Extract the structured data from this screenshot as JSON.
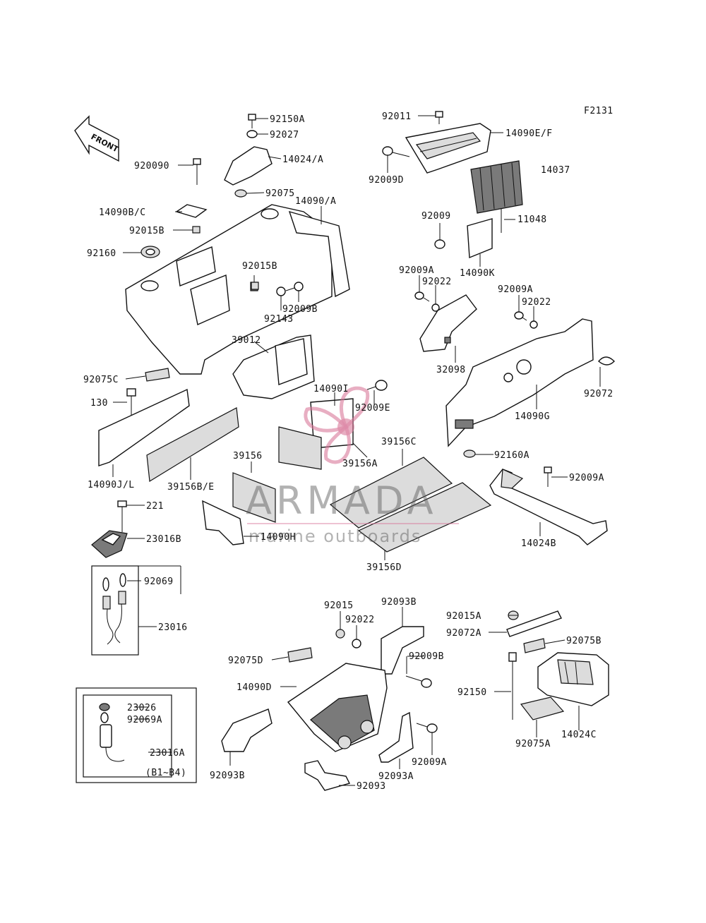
{
  "figure_code": "F2131",
  "front_label": "FRONT",
  "watermark": {
    "brand": "ARMADA",
    "tagline": "marine outboards",
    "accent_color": "#d9779a"
  },
  "callouts": {
    "p92150A": "92150A",
    "p92027": "92027",
    "p14024A": "14024/A",
    "p92075": "92075",
    "p14090A": "14090/A",
    "p920090": "920090",
    "p14090BC": "14090B/C",
    "p92015B_1": "92015B",
    "p92160": "92160",
    "p92015B_2": "92015B",
    "p92009B_1": "92009B",
    "p92143": "92143",
    "p92011": "92011",
    "p14090EF": "14090E/F",
    "p92009D": "92009D",
    "p14037": "14037",
    "p92009": "92009",
    "p11048": "11048",
    "p14090K": "14090K",
    "p92009A_1": "92009A",
    "p92022_1": "92022",
    "p92009A_2": "92009A",
    "p92022_2": "92022",
    "p32098": "32098",
    "p92072": "92072",
    "p14090G": "14090G",
    "p39012": "39012",
    "p14090I": "14090I",
    "p92009E": "92009E",
    "p92075C": "92075C",
    "p130": "130",
    "p39156C": "39156C",
    "p39156A": "39156A",
    "p39156": "39156",
    "p14090JL": "14090J/L",
    "p39156BE": "39156B/E",
    "p92160A": "92160A",
    "p92009A_3": "92009A",
    "p14024B": "14024B",
    "p14090H": "14090H",
    "p39156D": "39156D",
    "p221": "221",
    "p23016B": "23016B",
    "p92069": "92069",
    "p23016": "23016",
    "p92015": "92015",
    "p92093B_1": "92093B",
    "p92022_3": "92022",
    "p92015A": "92015A",
    "p92072A": "92072A",
    "p92075B": "92075B",
    "p92009B_2": "92009B",
    "p92075D": "92075D",
    "p14090D": "14090D",
    "p92150": "92150",
    "p23026": "23026",
    "p92069A": "92069A",
    "p23016A": "23016A",
    "p92075A": "92075A",
    "p14024C": "14024C",
    "pB1B4": "(B1~B4)",
    "p92009A_4": "92009A",
    "p92093B_2": "92093B",
    "p92093A": "92093A",
    "p92093": "92093"
  }
}
